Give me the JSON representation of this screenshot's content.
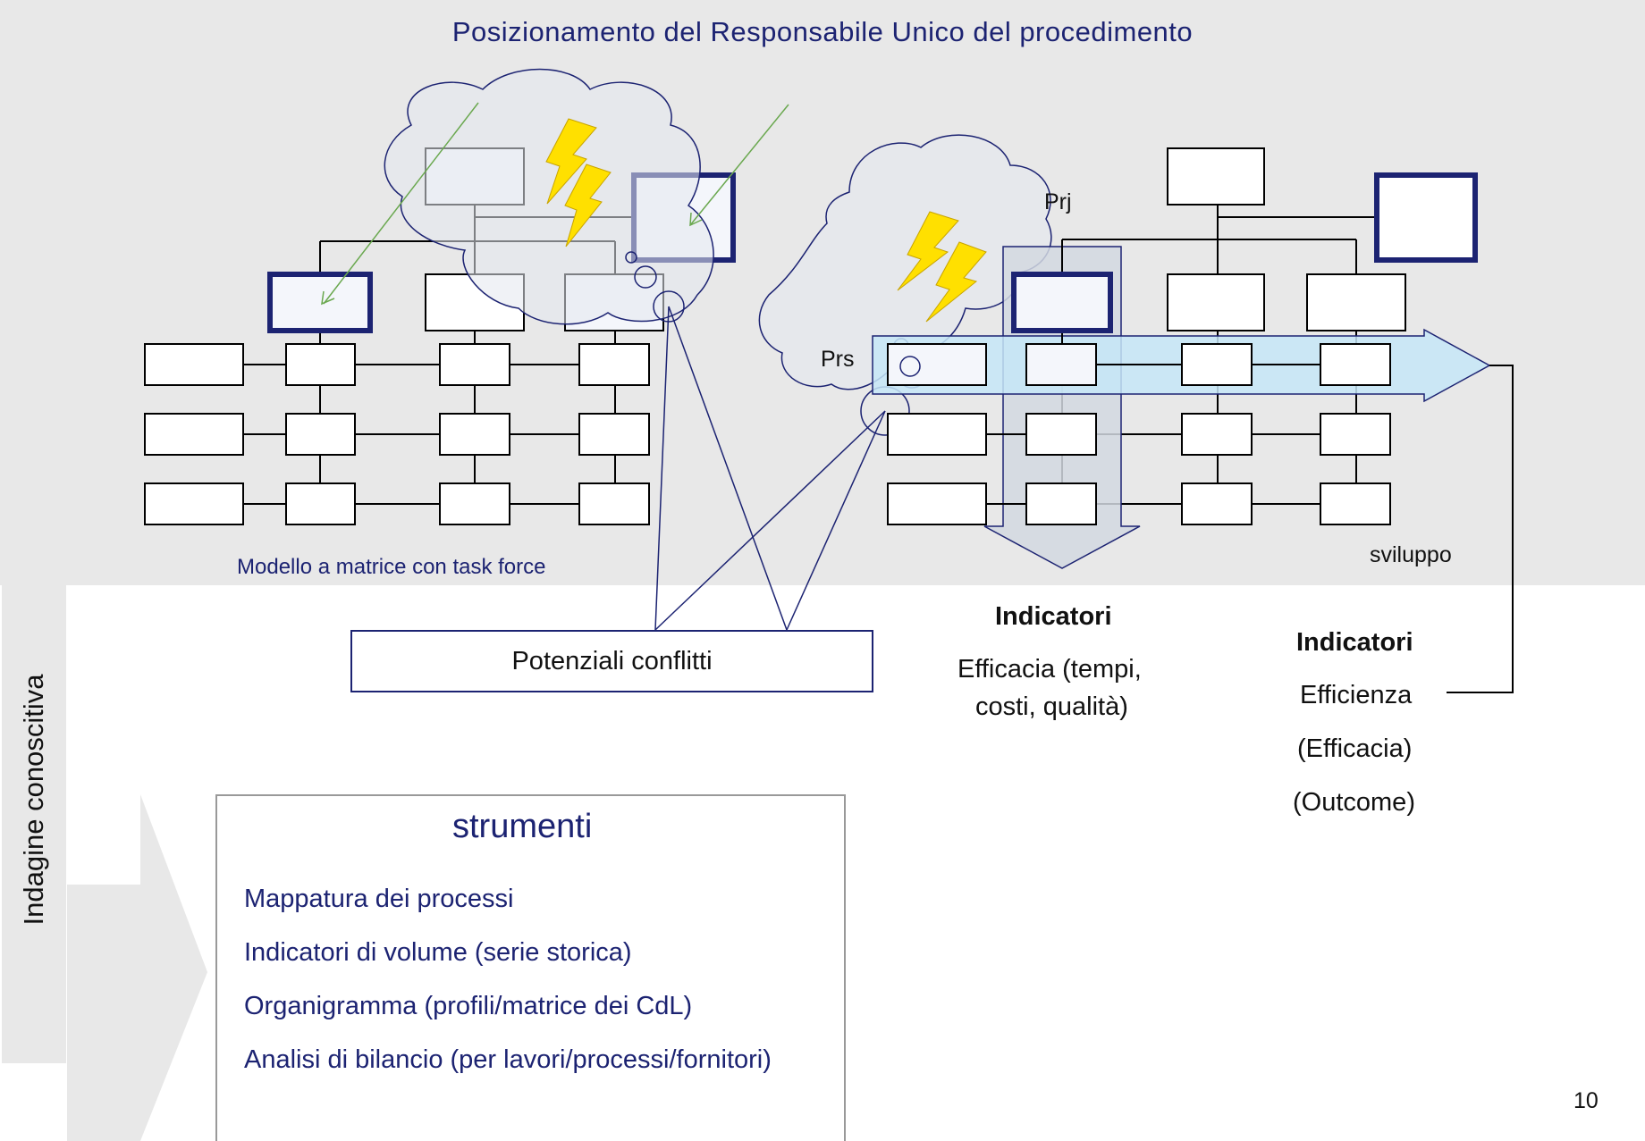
{
  "title": "Posizionamento del Responsabile Unico del procedimento",
  "labels": {
    "prj": "Prj",
    "prs": "Prs",
    "modello": "Modello a matrice con task force",
    "sviluppo": "sviluppo",
    "conflitti": "Potenziali conflitti",
    "side_label": "Indagine conoscitiva",
    "page_number": "10"
  },
  "indicatori_center": {
    "heading": "Indicatori",
    "line1": "Efficacia (tempi,",
    "line2": "costi, qualità)"
  },
  "indicatori_right": {
    "heading": "Indicatori",
    "items": [
      "Efficienza",
      "(Efficacia)",
      "(Outcome)"
    ]
  },
  "strumenti": {
    "heading": "strumenti",
    "items": [
      "Mappatura dei processi",
      "Indicatori di volume (serie storica)",
      "Organigramma (profili/matrice dei CdL)",
      "Analisi di bilancio (per lavori/processi/fornitori)"
    ]
  },
  "colors": {
    "navy": "#1c2372",
    "band": "#e8e8e8",
    "arrow_fill": "#c6e6f7",
    "column_fill": "#d2d8e0",
    "bolt": "#ffe000"
  }
}
